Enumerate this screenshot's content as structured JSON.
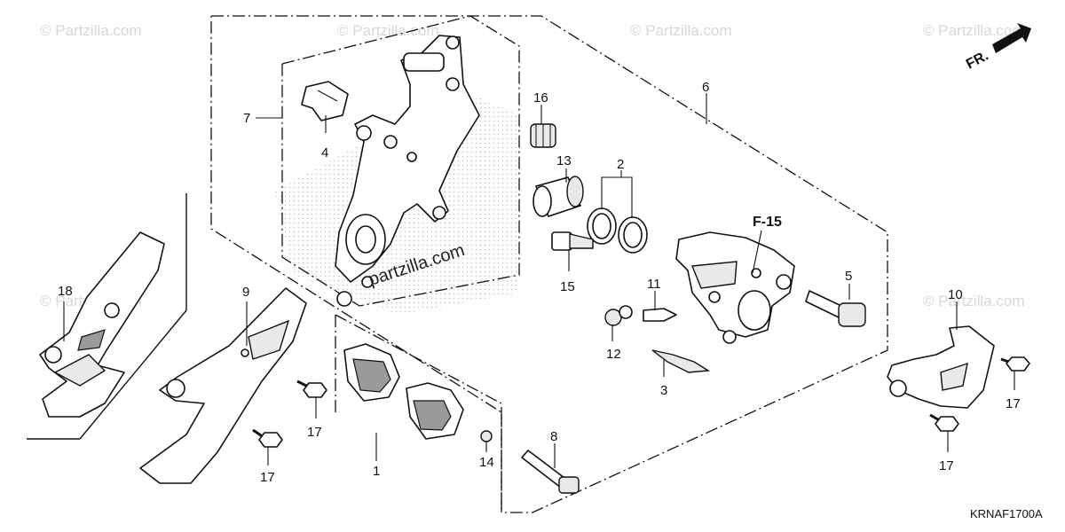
{
  "diagram": {
    "code": "KRNAF1700A",
    "direction_label": "FR.",
    "ref_label": "F-15",
    "watermark": "© Partzilla.com",
    "brand_text": "partzilla.com",
    "callouts": [
      {
        "id": "1",
        "label": "1"
      },
      {
        "id": "2",
        "label": "2"
      },
      {
        "id": "3",
        "label": "3"
      },
      {
        "id": "4",
        "label": "4"
      },
      {
        "id": "5",
        "label": "5"
      },
      {
        "id": "6",
        "label": "6"
      },
      {
        "id": "7",
        "label": "7"
      },
      {
        "id": "8",
        "label": "8"
      },
      {
        "id": "9",
        "label": "9"
      },
      {
        "id": "10",
        "label": "10"
      },
      {
        "id": "11",
        "label": "11"
      },
      {
        "id": "12",
        "label": "12"
      },
      {
        "id": "13",
        "label": "13"
      },
      {
        "id": "14",
        "label": "14"
      },
      {
        "id": "15",
        "label": "15"
      },
      {
        "id": "16",
        "label": "16"
      },
      {
        "id": "17a",
        "label": "17"
      },
      {
        "id": "17b",
        "label": "17"
      },
      {
        "id": "17c",
        "label": "17"
      },
      {
        "id": "17d",
        "label": "17"
      },
      {
        "id": "18",
        "label": "18"
      }
    ]
  }
}
